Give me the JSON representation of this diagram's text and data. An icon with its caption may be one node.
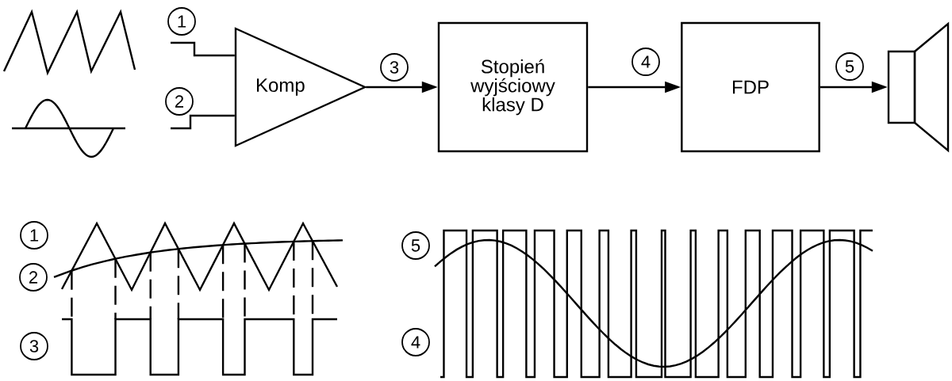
{
  "diagram": {
    "nodes": [
      {
        "text": [
          "Komp"
        ]
      },
      {
        "text": [
          "Stopień wyjściowy klasy D"
        ]
      },
      {
        "text": [
          "FDP"
        ]
      },
      {
        "text": [],
        "shape": "speaker"
      }
    ],
    "edges": [
      {
        "from": null,
        "to": 0,
        "arrow": "none",
        "label": "1"
      },
      {
        "from": null,
        "to": 0,
        "arrow": "none",
        "label": "2"
      },
      {
        "from": 0,
        "to": 1,
        "arrow": "to",
        "label": "3"
      },
      {
        "from": 1,
        "to": 2,
        "arrow": "to",
        "label": "4"
      },
      {
        "from": 2,
        "to": 3,
        "arrow": "to",
        "label": "5"
      }
    ],
    "labels": [
      "1",
      "2",
      "3",
      "5",
      "4"
    ]
  }
}
